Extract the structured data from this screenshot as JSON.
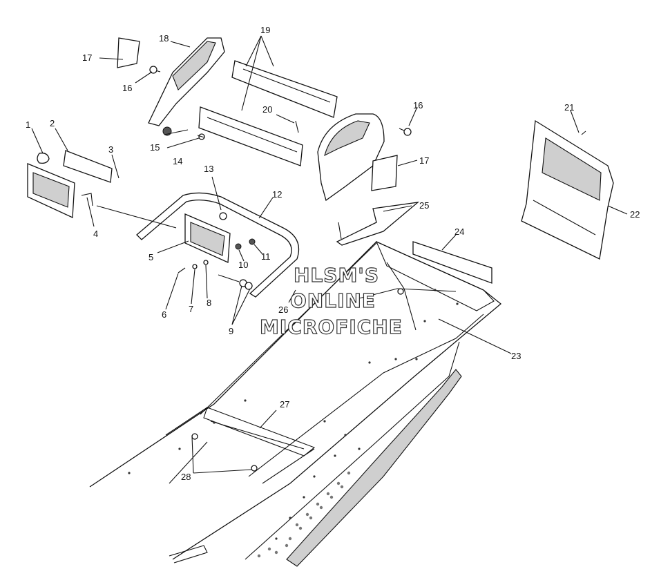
{
  "watermark": {
    "line1": "HLSM'S",
    "line2": "ONLINE",
    "line3": "MICROFICHE"
  },
  "callouts": {
    "c1": "1",
    "c2": "2",
    "c3": "3",
    "c4": "4",
    "c5": "5",
    "c6": "6",
    "c7": "7",
    "c8": "8",
    "c9": "9",
    "c10": "10",
    "c11": "11",
    "c12": "12",
    "c13": "13",
    "c14": "14",
    "c15": "15",
    "c16a": "16",
    "c16b": "16",
    "c17a": "17",
    "c17b": "17",
    "c18": "18",
    "c19": "19",
    "c20": "20",
    "c21": "21",
    "c22": "22",
    "c23": "23",
    "c24": "24",
    "c25": "25",
    "c26": "26",
    "c27": "27",
    "c28": "28"
  }
}
